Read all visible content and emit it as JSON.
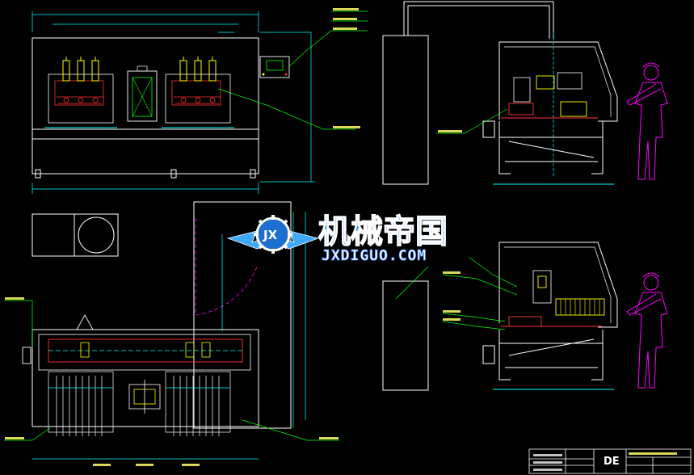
{
  "watermark": {
    "cn_text": "机械帝国",
    "en_text": "JXDIGUO.COM",
    "logo_text": "JX"
  },
  "title_block": {
    "logo": "DE"
  },
  "colors": {
    "background": "#000000",
    "outline": "#ffffff",
    "leader": "#00ff00",
    "dimension": "#00ffff",
    "component": "#ffff00",
    "detail": "#ff3333",
    "human": "#ff00ff",
    "watermark_cn": "#00a6ff",
    "watermark_en": "#ffffff"
  },
  "icons": {
    "logo": "wing-gear-logo-icon",
    "person": "human-figure-icon"
  }
}
